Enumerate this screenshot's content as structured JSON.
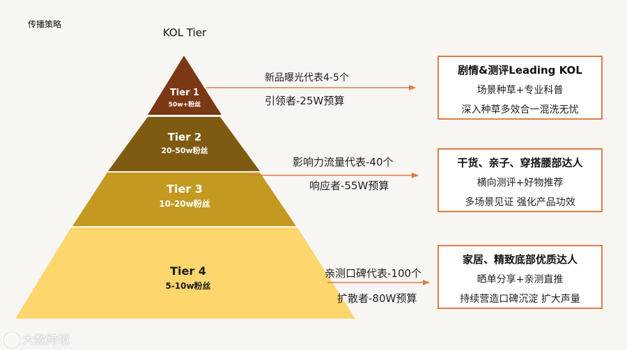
{
  "page_label": "传播策略",
  "pyramid_title": "KOL Tier",
  "tiers": [
    {
      "name": "Tier 1",
      "fans": "50w+粉丝",
      "color": "#7b3814"
    },
    {
      "name": "Tier 2",
      "fans": "20-50w粉丝",
      "color": "#7f5b12"
    },
    {
      "name": "Tier 3",
      "fans": "10-20w粉丝",
      "color": "#c4991f"
    },
    {
      "name": "Tier 4",
      "fans": "5-10w粉丝",
      "color": "#fdd66e"
    }
  ],
  "notes": [
    {
      "line1": "新品曝光代表4-5个",
      "line2": "引领者-25W预算"
    },
    {
      "line1": "影响力流量代表-40个",
      "line2": "响应者-55W预算"
    },
    {
      "line1": "亲测口碑代表-100个",
      "line2": "扩散者-80W预算"
    }
  ],
  "boxes": [
    {
      "title": "剧情&测评Leading KOL",
      "line1": "场景种草+专业科普",
      "line2": "深入种草多效合一混洗无忧"
    },
    {
      "title": "干货、亲子、穿搭腰部达人",
      "line1": "横向测评+好物推荐",
      "line2": "多场景见证 强化产品功效"
    },
    {
      "title": "家居、精致底部优质达人",
      "line1": "晒单分享+亲测直推",
      "line2": "持续营造口碑沉淀 扩大声量"
    }
  ],
  "colors": {
    "arrow": "#e07b45",
    "box_border": "#e07b45"
  },
  "watermark": "大数跨境"
}
